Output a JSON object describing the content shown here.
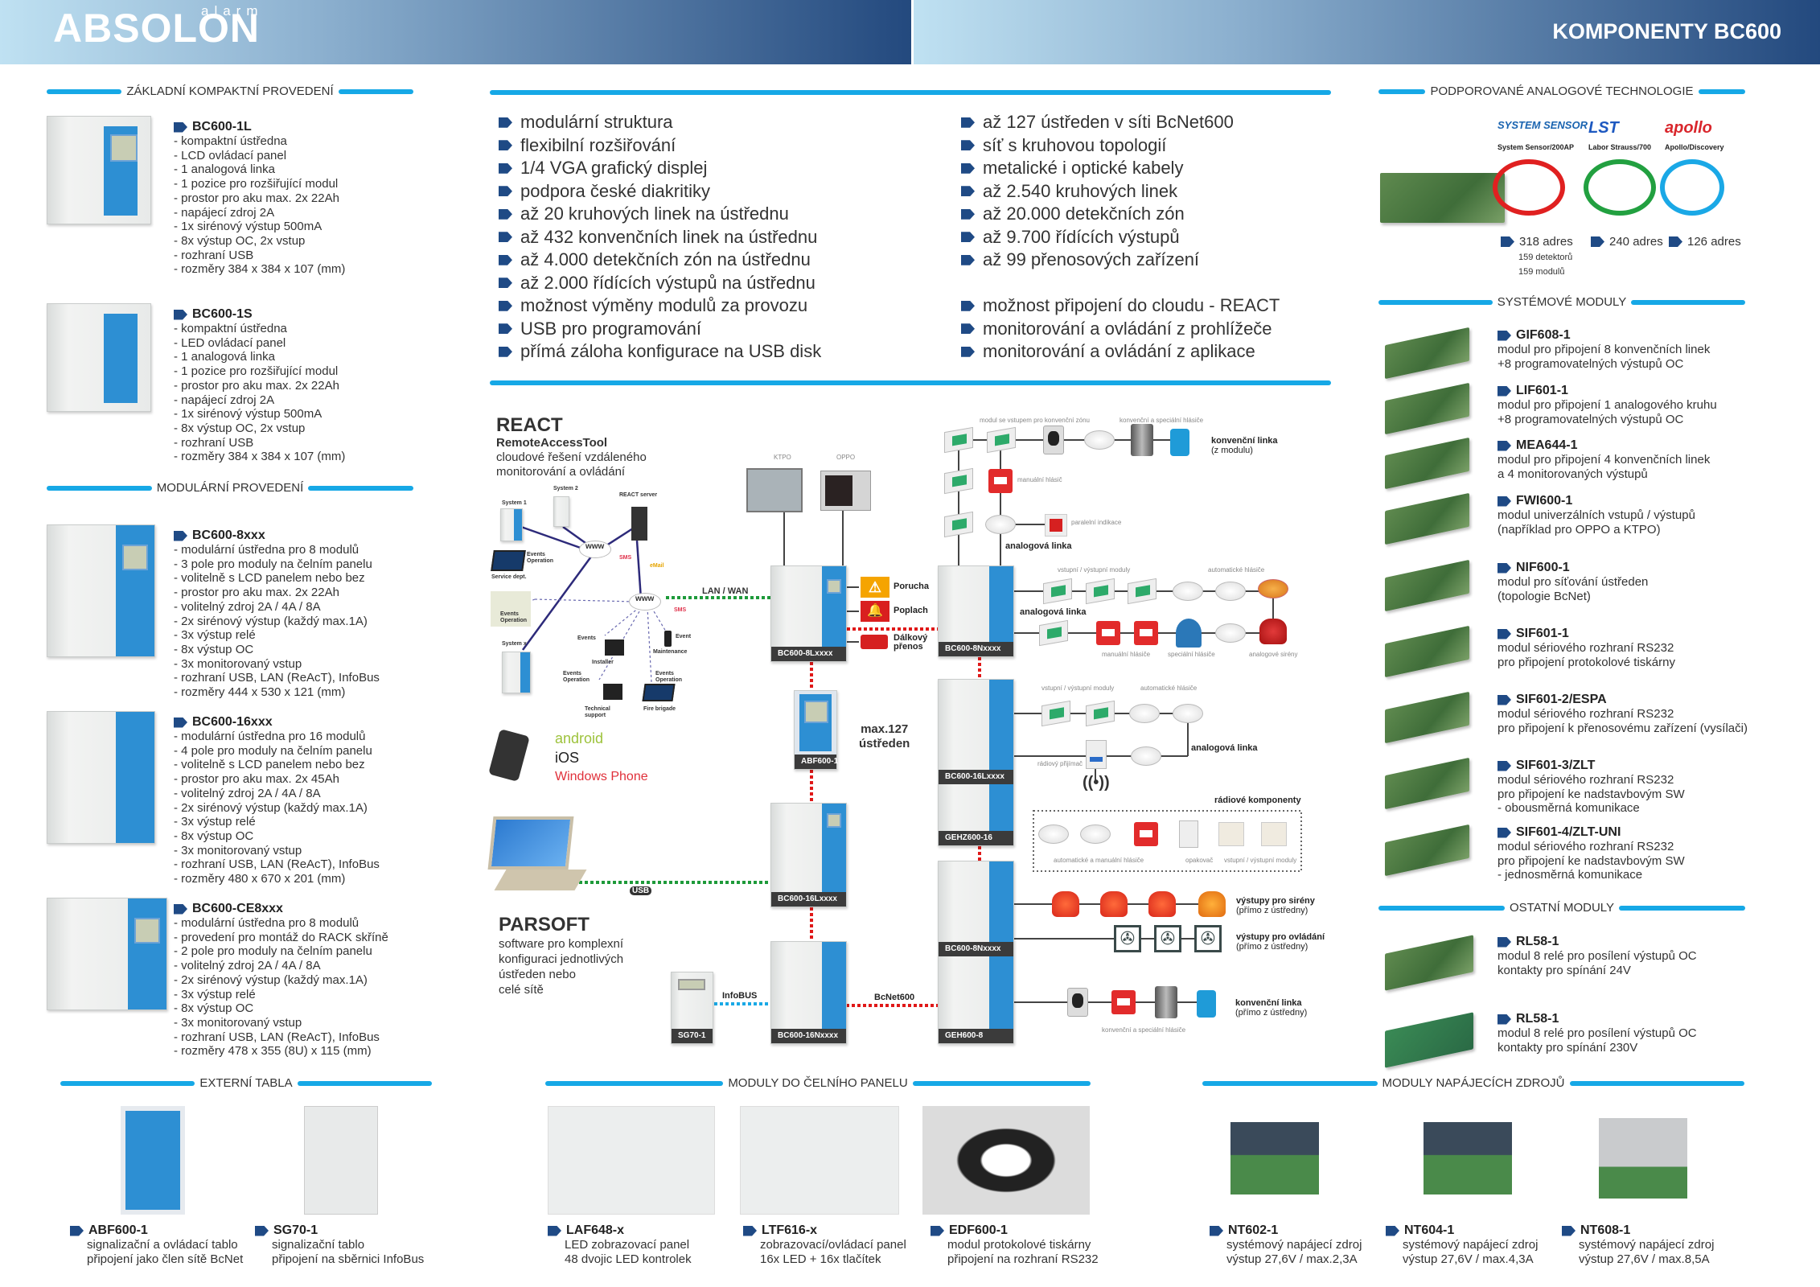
{
  "header": {
    "logo": "ABSOLON",
    "logo_sub": "alarm",
    "title": "KOMPONENTY BC600"
  },
  "sections": {
    "zakladni": "ZÁKLADNÍ KOMPAKTNÍ PROVEDENÍ",
    "modularni": "MODULÁRNÍ PROVEDENÍ",
    "podporovane": "PODPOROVANÉ ANALOGOVÉ TECHNOLOGIE",
    "systemove": "SYSTÉMOVÉ MODULY",
    "ostatni": "OSTATNÍ MODULY",
    "externi": "EXTERNÍ TABLA",
    "celni": "MODULY DO ČELNÍHO PANELU",
    "napajeci": "MODULY NAPÁJECÍCH ZDROJŮ"
  },
  "panels": [
    {
      "name": "BC600-1L",
      "lines": [
        "- kompaktní ústředna",
        "- LCD ovládací panel",
        "- 1 analogová linka",
        "- 1 pozice pro rozšiřující modul",
        "- prostor pro aku max. 2x 22Ah",
        "- napájecí zdroj 2A",
        "- 1x sirénový výstup 500mA",
        "- 8x výstup OC, 2x vstup",
        "- rozhraní USB",
        "- rozměry 384 x 384 x 107 (mm)"
      ]
    },
    {
      "name": "BC600-1S",
      "lines": [
        "- kompaktní ústředna",
        "- LED ovládací panel",
        "- 1 analogová linka",
        "- 1 pozice pro rozšiřující modul",
        "- prostor pro aku max. 2x 22Ah",
        "- napájecí zdroj 2A",
        "- 1x sirénový výstup 500mA",
        "- 8x výstup OC, 2x vstup",
        "- rozhraní USB",
        "- rozměry 384 x 384 x 107 (mm)"
      ]
    },
    {
      "name": "BC600-8xxx",
      "lines": [
        "- modulární ústředna pro 8 modulů",
        "- 3 pole pro moduly na čelním panelu",
        "- volitelně s LCD panelem nebo bez",
        "- prostor pro aku max. 2x 22Ah",
        "- volitelný zdroj 2A / 4A / 8A",
        "- 2x sirénový výstup (každý max.1A)",
        "- 3x výstup relé",
        "- 8x výstup OC",
        "- 3x monitorovaný vstup",
        "- rozhraní USB, LAN (ReAcT), InfoBus",
        "- rozměry 444 x 530 x 121 (mm)"
      ]
    },
    {
      "name": "BC600-16xxx",
      "lines": [
        "- modulární ústředna pro 16 modulů",
        "- 4 pole pro moduly na čelním panelu",
        "- volitelně s LCD panelem nebo bez",
        "- prostor pro aku max. 2x 45Ah",
        "- volitelný zdroj 2A / 4A / 8A",
        "- 2x sirénový výstup (každý max.1A)",
        "- 3x výstup relé",
        "- 8x výstup OC",
        "- 3x monitorovaný vstup",
        "- rozhraní USB, LAN (ReAcT), InfoBus",
        "- rozměry 480 x 670 x 201 (mm)"
      ]
    },
    {
      "name": "BC600-CE8xxx",
      "lines": [
        "- modulární ústředna pro 8 modulů",
        "- provedení pro montáž do RACK skříně",
        "- 2 pole pro moduly na čelním panelu",
        "- volitelný zdroj 2A / 4A / 8A",
        "- 2x sirénový výstup (každý max.1A)",
        "- 3x výstup relé",
        "- 8x výstup OC",
        "- 3x monitorovaný vstup",
        "- rozhraní USB, LAN (ReAcT), InfoBus",
        "- rozměry 478 x 355 (8U) x 115 (mm)"
      ]
    }
  ],
  "features": {
    "col1": [
      "modulární struktura",
      "flexibilní rozšiřování",
      "1/4 VGA grafický displej",
      "podpora české diakritiky",
      "až 20 kruhových linek na ústřednu",
      "až 432 konvenčních linek na ústřednu",
      "až 4.000 detekčních zón na ústřednu",
      "až 2.000 řídících výstupů na ústřednu",
      "možnost výměny modulů za provozu",
      "USB pro programování",
      "přímá záloha konfigurace na USB disk"
    ],
    "col2a": [
      "až 127 ústředen v síti BcNet600",
      "síť s kruhovou topologií",
      "metalické i optické kabely",
      "až 2.540 kruhových linek",
      "až 20.000 detekčních zón",
      "až 9.700 řídících výstupů",
      "až 99 přenosových zařízení"
    ],
    "col2b": [
      "možnost připojení do cloudu - REACT",
      "monitorování a ovládání z prohlížeče",
      "monitorování a ovládání z aplikace"
    ]
  },
  "analog": [
    {
      "logo": "SYSTEM SENSOR",
      "caption": "System Sensor/200AP",
      "addresses": "318 adres",
      "notes": [
        "159 detektorů",
        "159 modulů"
      ]
    },
    {
      "logo": "LST",
      "caption": "Labor Strauss/700",
      "addresses": "240 adres"
    },
    {
      "logo": "apollo",
      "caption": "Apollo/Discovery",
      "addresses": "126 adres"
    }
  ],
  "system_modules": [
    {
      "name": "GIF608-1",
      "lines": [
        "modul pro připojení 8 konvenčních linek",
        "+8 programovatelných výstupů OC"
      ]
    },
    {
      "name": "LIF601-1",
      "lines": [
        "modul pro připojení 1 analogového kruhu",
        "+8 programovatelných výstupů OC"
      ]
    },
    {
      "name": "MEA644-1",
      "lines": [
        "modul pro připojení 4 konvenčních linek",
        "a 4 monitorovaných výstupů"
      ]
    },
    {
      "name": "FWI600-1",
      "lines": [
        "modul univerzálních vstupů / výstupů",
        "(například pro OPPO a KTPO)"
      ]
    },
    {
      "name": "NIF600-1",
      "lines": [
        "modul pro síťování ústředen",
        "(topologie BcNet)"
      ]
    },
    {
      "name": "SIF601-1",
      "lines": [
        "modul sériového rozhraní RS232",
        "pro připojení protokolové tiskárny"
      ]
    },
    {
      "name": "SIF601-2/ESPA",
      "lines": [
        "modul sériového rozhraní RS232",
        "pro připojení k přenosovému zařízení (vysílači)"
      ]
    },
    {
      "name": "SIF601-3/ZLT",
      "lines": [
        "modul sériového rozhraní RS232",
        "pro připojení ke nadstavbovým SW",
        "- obousměrná komunikace"
      ]
    },
    {
      "name": "SIF601-4/ZLT-UNI",
      "lines": [
        "modul sériového rozhraní RS232",
        "pro připojení ke nadstavbovým SW",
        "- jednosměrná komunikace"
      ]
    }
  ],
  "other_modules": [
    {
      "name": "RL58-1",
      "lines": [
        "modul 8 relé pro posílení výstupů OC",
        "kontakty pro spínání 24V"
      ]
    },
    {
      "name": "RL58-1",
      "lines": [
        "modul 8 relé pro posílení výstupů OC",
        "kontakty pro spínání 230V"
      ]
    }
  ],
  "bottom": [
    {
      "name": "ABF600-1",
      "lines": [
        "signalizační a ovládací tablo",
        "připojení jako člen sítě BcNet"
      ]
    },
    {
      "name": "SG70-1",
      "lines": [
        "signalizační tablo",
        "připojení na sběrnici InfoBus"
      ]
    },
    {
      "name": "LAF648-x",
      "lines": [
        "LED zobrazovací panel",
        "48 dvojic LED kontrolek"
      ]
    },
    {
      "name": "LTF616-x",
      "lines": [
        "zobrazovací/ovládací panel",
        "16x LED + 16x tlačítek"
      ]
    },
    {
      "name": "EDF600-1",
      "lines": [
        "modul protokolové tiskárny",
        "připojení na rozhraní RS232"
      ]
    },
    {
      "name": "NT602-1",
      "lines": [
        "systémový napájecí zdroj",
        "výstup 27,6V / max.2,3A"
      ]
    },
    {
      "name": "NT604-1",
      "lines": [
        "systémový napájecí zdroj",
        "výstup 27,6V / max.4,3A"
      ]
    },
    {
      "name": "NT608-1",
      "lines": [
        "systémový napájecí zdroj",
        "výstup 27,6V / max.8,5A"
      ]
    }
  ],
  "diagram": {
    "react_title": "REACT",
    "react_sub": "RemoteAccessTool",
    "react_desc": [
      "cloudové řešení vzdáleného",
      "monitorování a ovládání"
    ],
    "net_labels": [
      "System 1",
      "System 2",
      "REACT server",
      "Events Operation",
      "Service dept.",
      "Events Operation",
      "System x",
      "www",
      "www",
      "SMS",
      "eMail",
      "SMS",
      "Event",
      "Maintenance",
      "Events",
      "Installer",
      "Events Operation",
      "Technical support",
      "Events Operation",
      "Fire brigade"
    ],
    "apps": [
      "android",
      "iOS",
      "Windows Phone"
    ],
    "lan": "LAN / WAN",
    "ktpo": "KTPO",
    "oppo": "OPPO",
    "porucha": "Porucha",
    "poplach": "Poplach",
    "dalkovy": "Dálkový přenos",
    "max": "max.127",
    "ustreden": "ústředen",
    "usb": "USB",
    "infobus": "InfoBUS",
    "bcnet": "BcNet600",
    "parsoft_title": "PARSOFT",
    "parsoft_desc": [
      "software pro komplexní",
      "konfiguraci jednotlivých",
      "ústředen nebo",
      "celé sítě"
    ],
    "cabinets": [
      "BC600-8Lxxxx",
      "BC600-8Nxxxx",
      "ABF600-1",
      "BC600-16Lxxxx",
      "BC600-16Nxxxx",
      "SG70-1",
      "BC600-16Lxxxx",
      "GEHZ600-16",
      "BC600-8Nxxxx",
      "GEH600-8"
    ],
    "small": {
      "modul_vstup": "modul se vstupem pro konvenční zónu",
      "konv_spec": "konvenční a speciální hlásiče",
      "manualni": "manuální hlásič",
      "paralelni": "paralelní indikace",
      "vv_moduly": "vstupní / výstupní moduly",
      "automaticke": "automatické hlásiče",
      "manualni_pl": "manuální hlásiče",
      "specialni": "speciální hlásiče",
      "sireny": "analogové sirény",
      "vv_moduly2": "vstupní / výstupní moduly",
      "automaticke2": "automatické hlásiče",
      "radiovy": "rádiový přijímač",
      "auto_man": "automatické a manuální hlásiče",
      "opakovac": "opakovač",
      "vv_moduly3": "vstupní / výstupní moduly",
      "konv_spec2": "konvenční a speciální hlásiče"
    },
    "bold": {
      "konv_modul": "konvenční linka",
      "konv_modul_sub": "(z modulu)",
      "analog1": "analogová linka",
      "analog2": "analogová linka",
      "analog3": "analogová linka",
      "radio": "rádiové komponenty",
      "sireny": "výstupy pro sirény",
      "sireny_sub": "(přímo z ústředny)",
      "ovladani": "výstupy pro ovládání",
      "ovladani_sub": "(přímo z ústředny)",
      "konv": "konvenční linka",
      "konv_sub": "(přímo z ústředny)"
    }
  },
  "colors": {
    "accent": "#16a8e6",
    "bullet": "#1f4a85",
    "header_dark": "#23497e"
  }
}
